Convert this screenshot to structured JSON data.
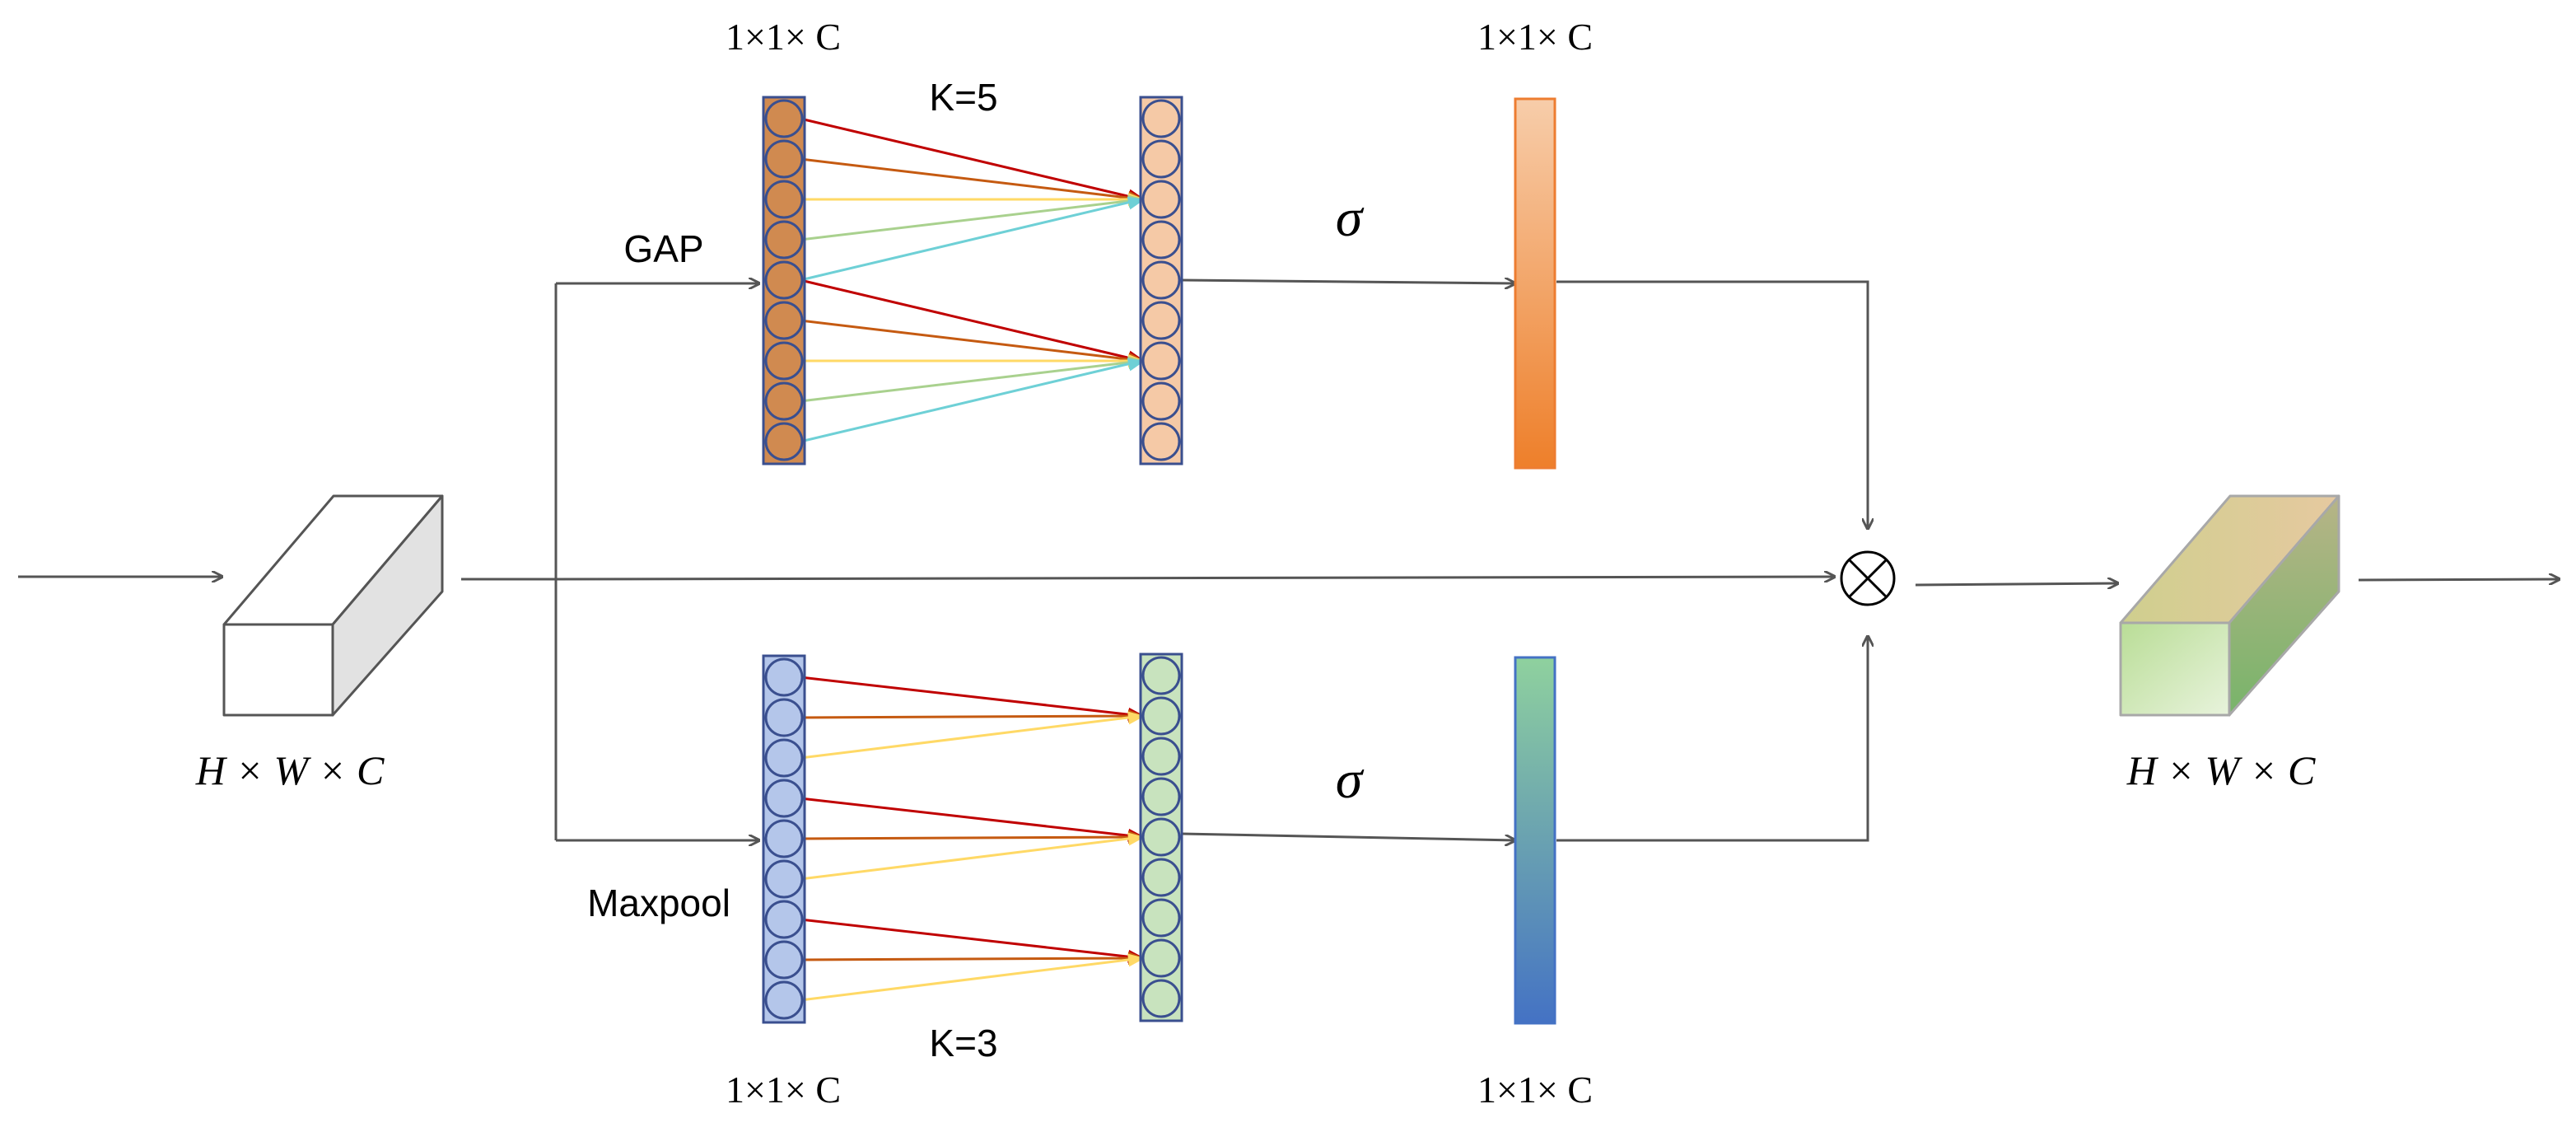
{
  "labels": {
    "input_dims": "H × W × C",
    "output_dims": "H × W × C",
    "top_left_dims": "1×1× C",
    "top_right_dims": "1×1× C",
    "bottom_left_dims": "1×1× C",
    "bottom_right_dims": "1×1× C",
    "gap": "GAP",
    "maxpool": "Maxpool",
    "k_top": "K=5",
    "k_bottom": "K=3",
    "sigma_top": "σ",
    "sigma_bottom": "σ",
    "multiply_symbol": "⊗"
  },
  "colors": {
    "line": "#555555",
    "column_border": "#3a4f8f",
    "top_in_node": "#d08a50",
    "top_out_node": "#f5c9a6",
    "bottom_in_node": "#b4c6ea",
    "bottom_out_node": "#c8e3be",
    "top_bar_top": "#f7cdaa",
    "top_bar_bottom": "#ee7f2a",
    "top_bar_border": "#ed7d31",
    "bottom_bar_top": "#8fd19e",
    "bottom_bar_bottom": "#4472c4",
    "bottom_bar_border": "#4472c4",
    "conn_red": "#c00000",
    "conn_orange": "#c55a11",
    "conn_yellow": "#ffd966",
    "conn_green": "#a9d18e",
    "conn_cyan": "#6ed0d6"
  },
  "structure": {
    "top_nodes_per_column": 9,
    "bottom_nodes_per_column": 9
  }
}
